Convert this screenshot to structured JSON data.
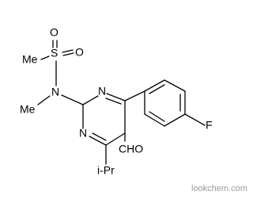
{
  "molecule": {
    "labels": {
      "methyl_sulfonyl": "Me",
      "sulfur": "S",
      "oxygen_top": "O",
      "oxygen_right": "O",
      "nitrogen_sulfonamide": "N",
      "methyl_n": "Me",
      "nitrogen_ring_top": "N",
      "nitrogen_ring_bottom": "N",
      "fluorine": "F",
      "aldehyde": "CHO",
      "isopropyl": "i-Pr"
    }
  },
  "watermark": "lookchem.com"
}
